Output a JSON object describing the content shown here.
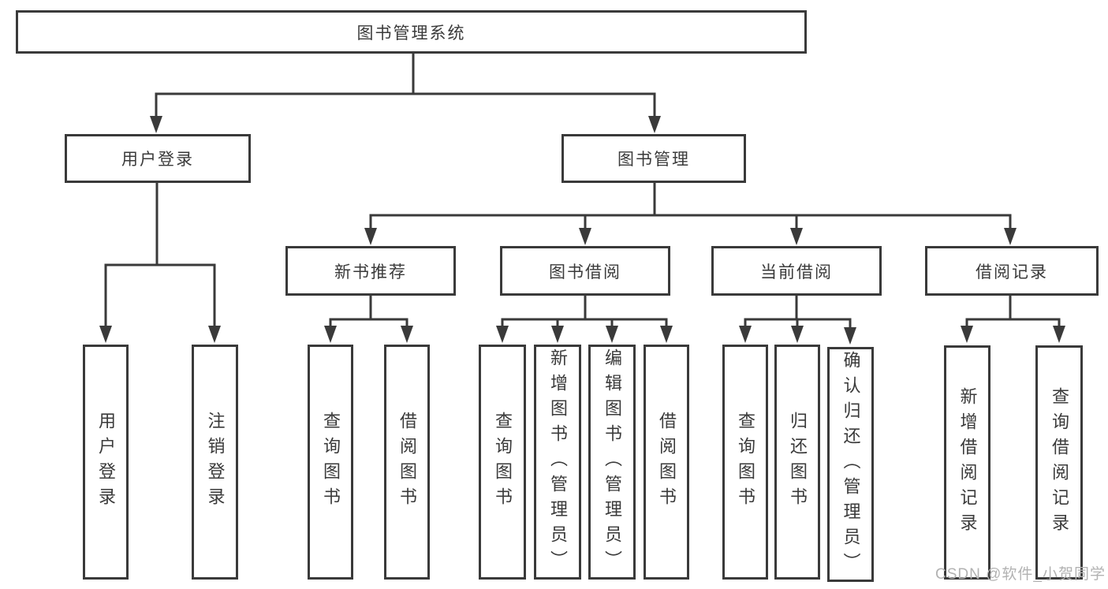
{
  "diagram": {
    "type": "hierarchy",
    "orientation": "top-down"
  },
  "colors": {
    "background": "#ffffff",
    "line": "#3a3a3a",
    "box_border": "#3a3a3a",
    "box_fill": "#ffffff",
    "text": "#3a3a3a",
    "watermark": "#b2b2b2"
  },
  "tree": {
    "root": {
      "label": "图书管理系统"
    },
    "branches": [
      {
        "label": "用户登录",
        "children": [
          {
            "label": "用户登录"
          },
          {
            "label": "注销登录"
          }
        ]
      },
      {
        "label": "图书管理",
        "children": [
          {
            "label": "新书推荐",
            "children": [
              {
                "label": "查询图书"
              },
              {
                "label": "借阅图书"
              }
            ]
          },
          {
            "label": "图书借阅",
            "children": [
              {
                "label": "查询图书"
              },
              {
                "label": "新增图书（管理员）"
              },
              {
                "label": "编辑图书（管理员）"
              },
              {
                "label": "借阅图书"
              }
            ]
          },
          {
            "label": "当前借阅",
            "children": [
              {
                "label": "查询图书"
              },
              {
                "label": "归还图书"
              },
              {
                "label": "确认归还（管理员）"
              }
            ]
          },
          {
            "label": "借阅记录",
            "children": [
              {
                "label": "新增借阅记录"
              },
              {
                "label": "查询借阅记录"
              }
            ]
          }
        ]
      }
    ]
  },
  "watermark": {
    "text": "CSDN @软件_小贺同学"
  }
}
